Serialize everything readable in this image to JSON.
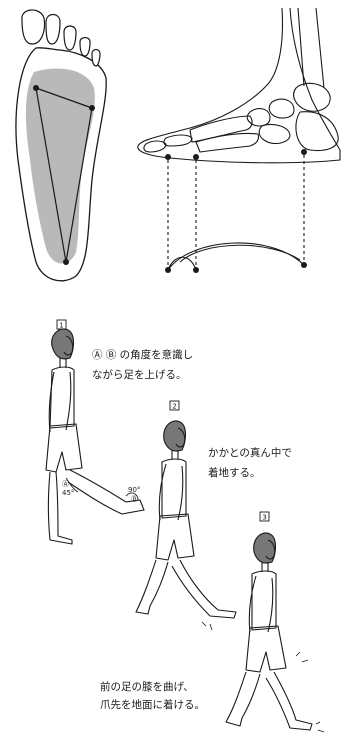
{
  "steps": [
    {
      "number": "1",
      "caption_lines": [
        "Ⓐ Ⓑ の角度を意識し",
        "ながら足を上げる。"
      ]
    },
    {
      "number": "2",
      "caption_lines": [
        "かかとの真ん中で",
        "着地する。"
      ]
    },
    {
      "number": "3",
      "caption_lines": [
        "前の足の膝を曲げ、",
        "爪先を地面に着ける。"
      ]
    }
  ],
  "angle_labels": {
    "a_marker": "Ⓐ",
    "a_angle": "45°",
    "b_marker": "Ⓑ",
    "b_angle": "90°"
  },
  "colors": {
    "ink": "#1a1a1a",
    "arch_shade": "#b9b9b9"
  }
}
